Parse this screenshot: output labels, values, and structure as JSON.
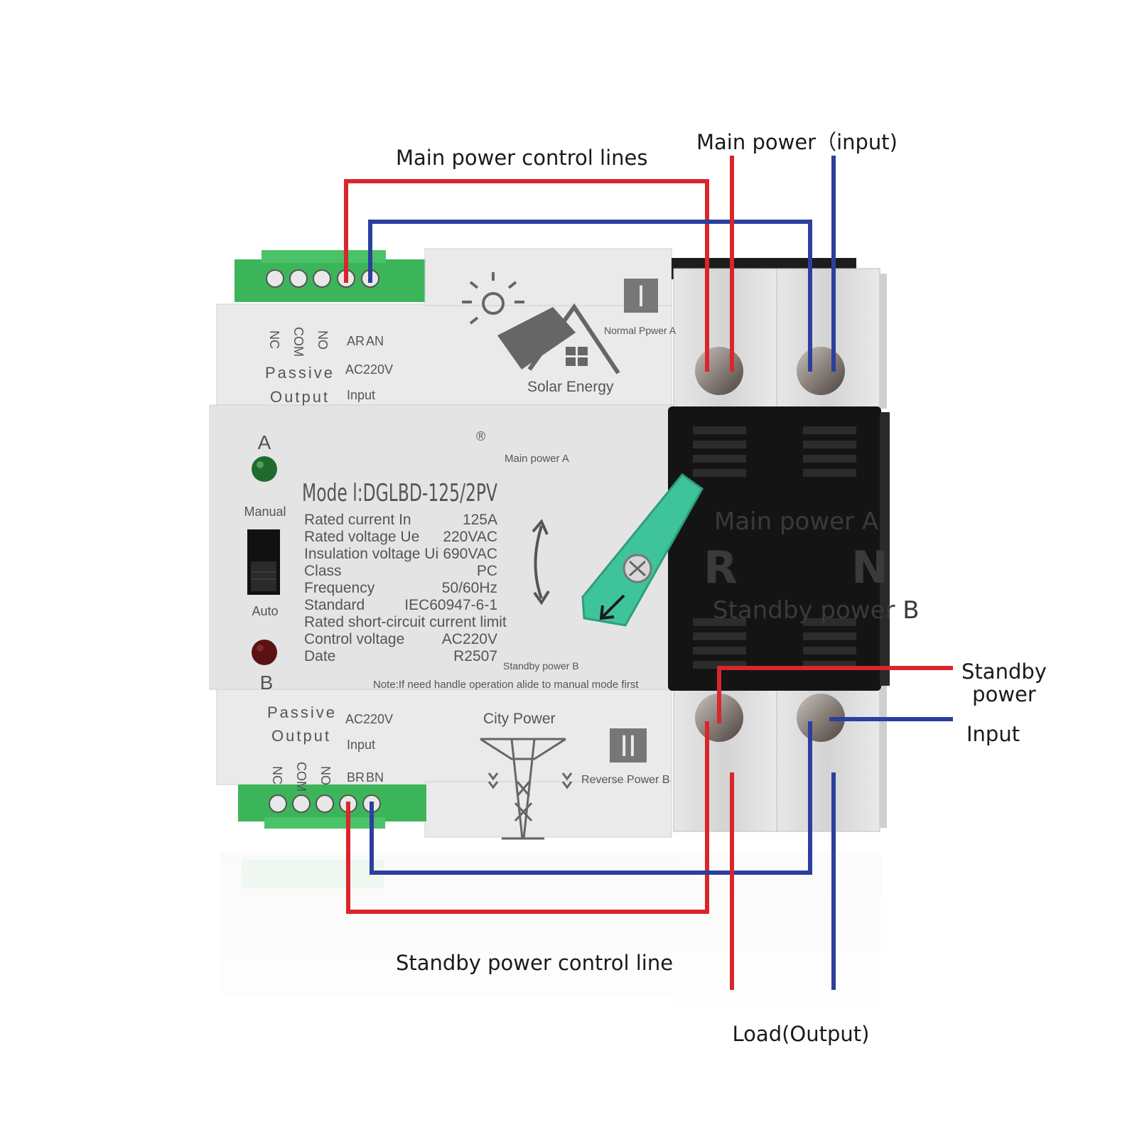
{
  "callouts": {
    "main_control": "Main power control lines",
    "main_input": "Main power（input)",
    "standby_power": [
      "Standby",
      "power"
    ],
    "input": "Input",
    "standby_control": "Standby power control line",
    "load_output": "Load(Output)"
  },
  "top_block": {
    "terminals": [
      "NC",
      "COM",
      "NO",
      "AR",
      "AN"
    ],
    "passive_output": [
      "Passive",
      "Output"
    ],
    "voltage": "AC220V",
    "input": "Input",
    "roman": "I",
    "normal_power": "Normal Ppwer A",
    "brand": "Solar  Energy"
  },
  "bottom_block": {
    "terminals": [
      "NC",
      "COM",
      "NO",
      "BR",
      "BN"
    ],
    "passive_output": [
      "Passive",
      "Output"
    ],
    "voltage": "AC220V",
    "input": "Input",
    "roman": "II",
    "reverse_power": "Reverse Power B",
    "brand": "City Power"
  },
  "panel": {
    "label_a": "A",
    "label_b": "B",
    "manual": "Manual",
    "auto": "Auto",
    "registered": "®",
    "main_power_a": "Main power A",
    "standby_power_b": "Standby power B",
    "model": "Mode l:DGLBD-125/2PV",
    "specs": [
      {
        "label": "Rated current In",
        "value": "125A"
      },
      {
        "label": "Rated voltage Ue",
        "value": "220VAC"
      },
      {
        "label": "Insulation voltage Ui",
        "value": "690VAC"
      },
      {
        "label": "Class",
        "value": "PC"
      },
      {
        "label": "Frequency",
        "value": "50/60Hz"
      },
      {
        "label": "Standard",
        "value": "IEC60947-6-1"
      },
      {
        "label": "Rated short-circuit current limit",
        "value": ""
      },
      {
        "label": "Control voltage",
        "value": "AC220V"
      },
      {
        "label": "Date",
        "value": "R2507"
      }
    ],
    "note": "Note:If need handle operation alide to manual mode first"
  },
  "cover": {
    "main_power": "Main power A",
    "r": "R",
    "n": "N",
    "standby_power": "Standby power B"
  },
  "colors": {
    "live_wire": "#d9262c",
    "neutral_wire": "#2a3f9e",
    "terminal_green": "#3cb55a",
    "handle_green": "#3fc39a",
    "led_green": "#1f6b2e",
    "led_red": "#5a1212"
  }
}
